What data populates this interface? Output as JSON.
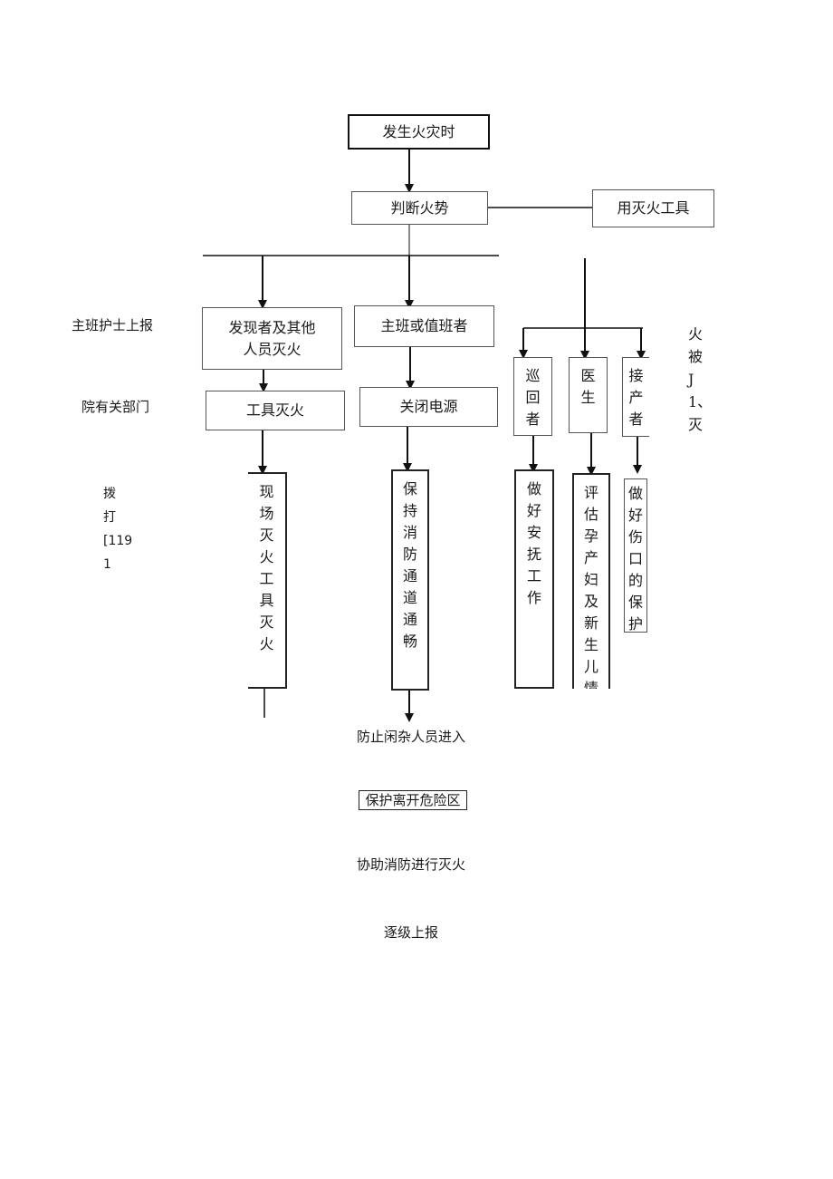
{
  "boxes": {
    "fire_occurs": "发生火灾时",
    "judge_fire": "判断火势",
    "use_extinguisher": "用灭火工具",
    "discoverer": "发现者及其他\n人员灭火",
    "charge_nurse": "主班或值班者",
    "tool_extinguish": "工具灭火",
    "cut_power": "关闭电源",
    "patrol": "巡\n回\n者",
    "doctor": "医\n生",
    "midwife": "接\n产\n者",
    "onsite_tools": "现\n场\n灭\n火\n工\n具\n灭\n火",
    "keep_passage": "保\n持\n消\n防\n通\n道\n通\n畅",
    "comfort_work": "做\n好\n安\n抚\n工\n作",
    "assess": "评\n估\n孕\n产\n妇\n及\n新\n生\n儿\n情",
    "protect_wound": "做\n好\n伤\n口\n的\n保\n护",
    "protect_leave": "保护离开危险区"
  },
  "labels": {
    "report_head": "主班护士上报",
    "hospital_dept": "院有关部门",
    "dial_119": "拨\n打\n[119\n1",
    "right_side": "火\n被\nJ\n1、\n灭",
    "prevent_entry": "防止闲杂人员进入",
    "assist_fire": "协助消防进行灭火",
    "report_up": "逐级上报"
  }
}
